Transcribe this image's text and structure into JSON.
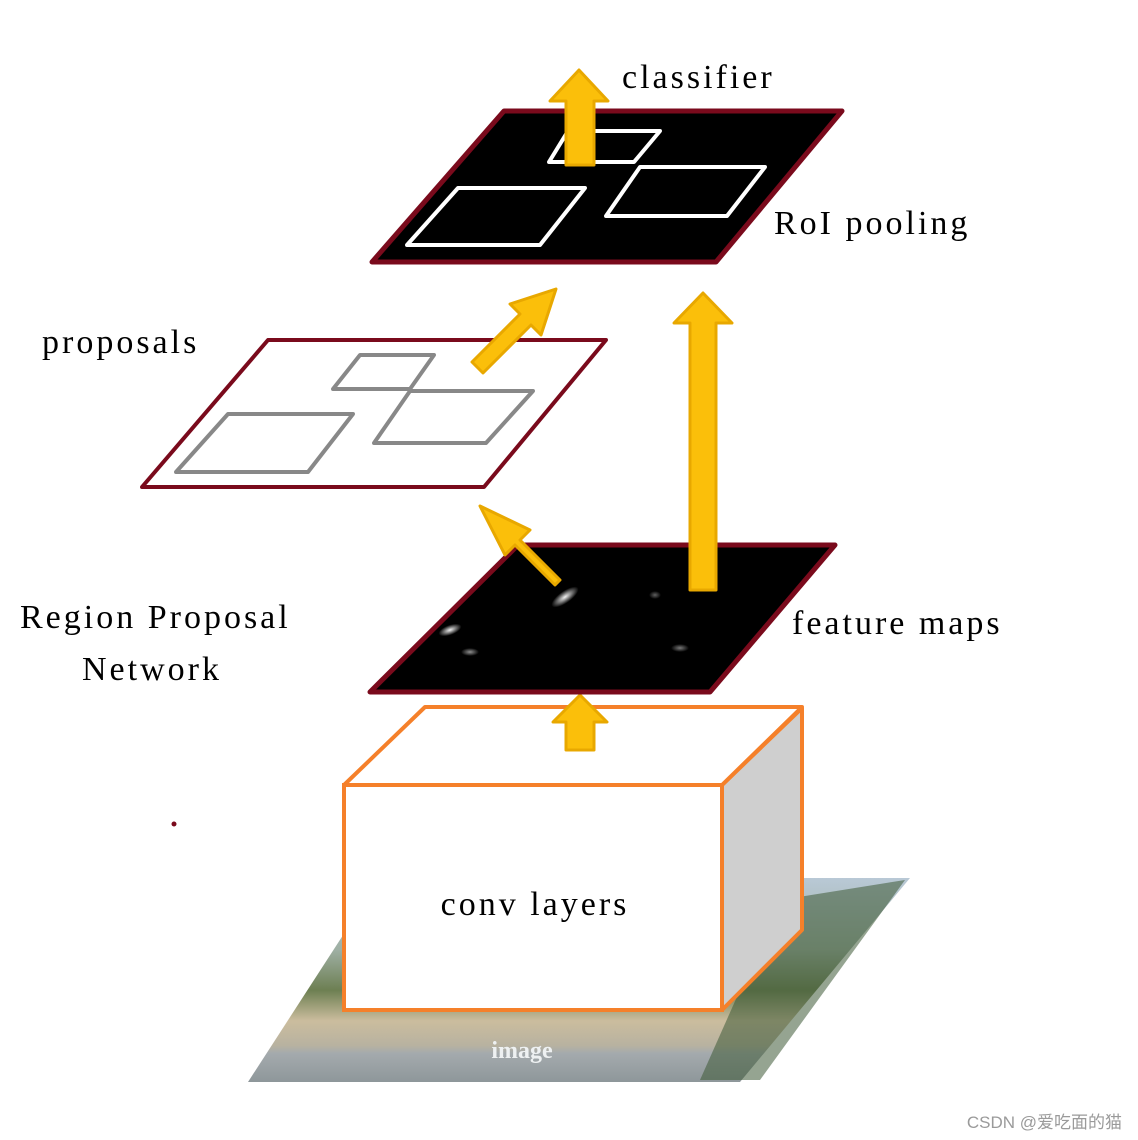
{
  "diagram": {
    "labels": {
      "classifier": "classifier",
      "roi_pooling": "RoI pooling",
      "proposals": "proposals",
      "rpn_line1": "Region Proposal",
      "rpn_line2": "Network",
      "feature_maps": "feature maps",
      "conv_layers": "conv layers",
      "image": "image"
    },
    "watermark": "CSDN @爱吃面的猫",
    "colors": {
      "arrow": "#FBBF0A",
      "arrow_edge": "#E8A800",
      "plane_border": "#7A0A1C",
      "conv_border": "#F5802A",
      "conv_side": "#CFCFCF",
      "proposal_box": "#888888",
      "roi_box": "#FFFFFF"
    }
  }
}
